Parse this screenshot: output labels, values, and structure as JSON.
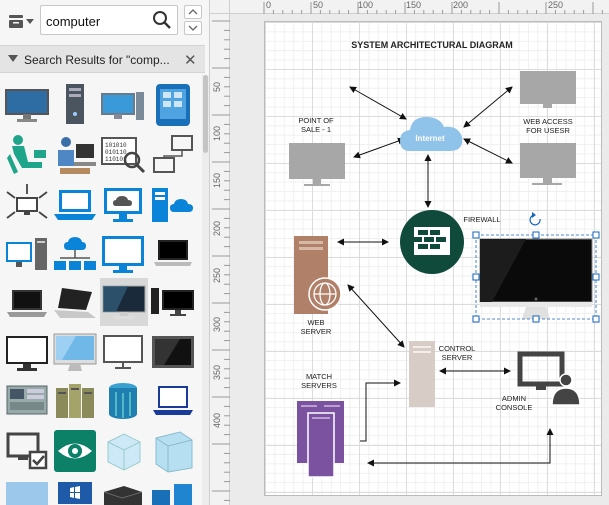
{
  "search": {
    "value": "computer",
    "results_title": "Search Results for  \"comp..."
  },
  "icons": {
    "library": "library-icon",
    "search": "search-icon",
    "up": "chevron-up-icon",
    "down": "chevron-down-icon",
    "close": "close-icon"
  },
  "ruler": {
    "top_ticks": [
      "0",
      "50",
      "100",
      "150",
      "200",
      "250"
    ],
    "left_ticks": [
      "50",
      "100",
      "150",
      "200",
      "250",
      "300",
      "350",
      "400"
    ]
  },
  "diagram": {
    "title": "SYSTEM ARCHITECTURAL DIAGRAM",
    "labels": {
      "point_of_sale": [
        "POINT OF",
        "SALE - 1"
      ],
      "internet": "Internet",
      "web_access": [
        "WEB ACCESS",
        "FOR USESR"
      ],
      "firewall": "FIREWALL",
      "web_server": [
        "WEB",
        "SERVER"
      ],
      "control_server": [
        "CONTROL",
        "SERVER"
      ],
      "match_servers": [
        "MATCH",
        "SERVERS"
      ],
      "admin_console": [
        "ADMIN",
        "CONSOLE"
      ]
    }
  },
  "colors": {
    "selection": "#1565c0",
    "internet_cloud": "#8fc3ea",
    "firewall": "#0f4a3b",
    "web_server": "#b08068",
    "match_servers": "#7a52a0",
    "monitor_grey": "#a7a7a7",
    "control_server": "#d8ccc6"
  }
}
